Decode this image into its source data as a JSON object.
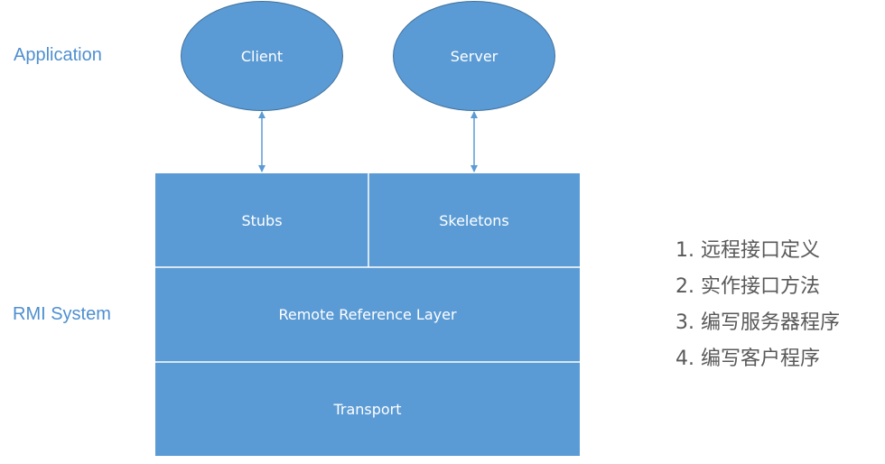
{
  "labels": {
    "application": "Application",
    "rmi_system": "RMI System"
  },
  "nodes": {
    "client": "Client",
    "server": "Server"
  },
  "layers": {
    "stubs": "Stubs",
    "skeletons": "Skeletons",
    "remote_reference": "Remote Reference Layer",
    "transport": "Transport"
  },
  "steps": [
    "1. 远程接口定义",
    "2. 实作接口方法",
    "3. 编写服务器程序",
    "4. 编写客户程序"
  ],
  "colors": {
    "shape_fill": "#5b9bd5",
    "shape_border": "#41719c",
    "side_label": "#4e8fd0",
    "step_text": "#595959"
  }
}
